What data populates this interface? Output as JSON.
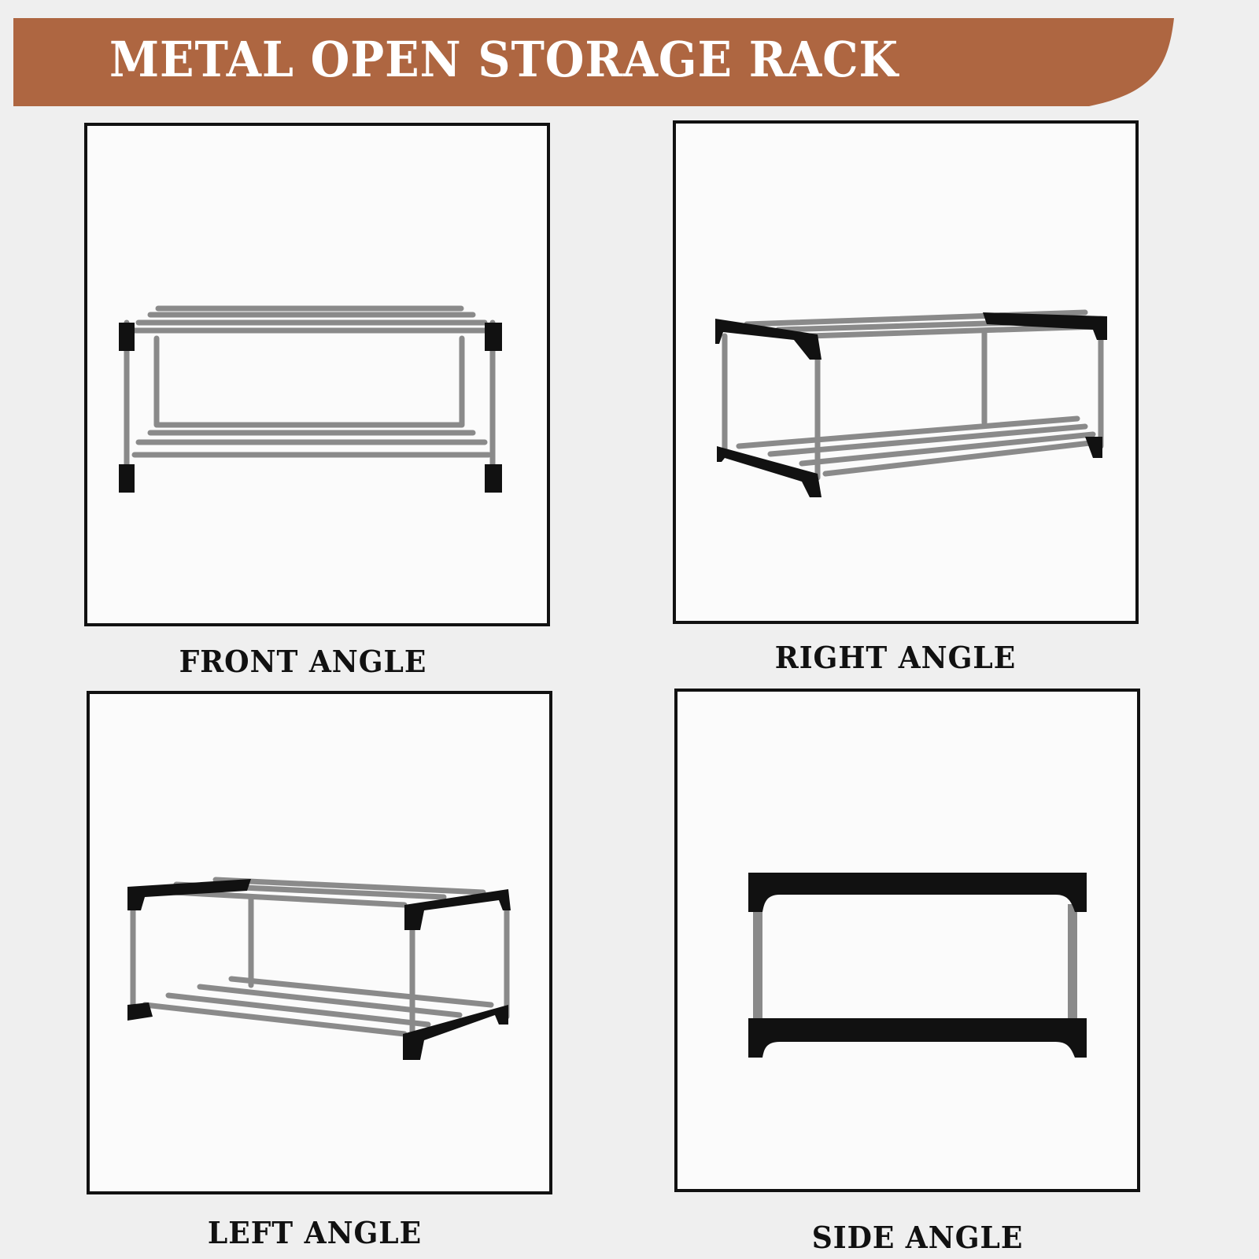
{
  "banner": {
    "title": "METAL OPEN STORAGE RACK",
    "color": "#ae6641"
  },
  "panels": [
    {
      "label": "FRONT ANGLE"
    },
    {
      "label": "RIGHT ANGLE"
    },
    {
      "label": "LEFT ANGLE"
    },
    {
      "label": "SIDE ANGLE"
    }
  ]
}
